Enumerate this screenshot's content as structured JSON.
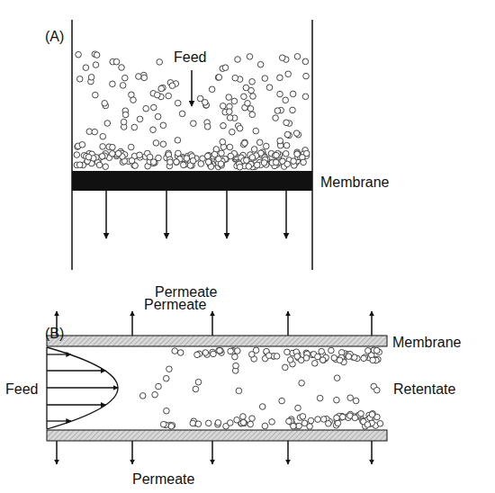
{
  "diagram": {
    "labels": [
      "(A)",
      "Feed",
      "Membrane",
      "Permeate",
      "(B)",
      "Permeate",
      "Membrane",
      "Feed",
      "Retentate",
      "Permeate"
    ]
  }
}
